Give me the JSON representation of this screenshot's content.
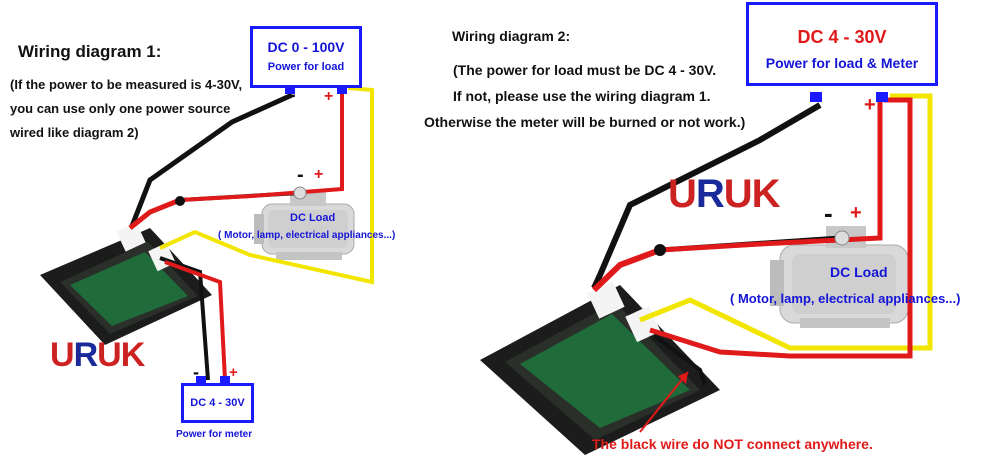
{
  "left": {
    "title": "Wiring diagram 1:",
    "note_lines": [
      "(If the power to be measured is 4-30V,",
      "you can use only one power source",
      "wired like diagram 2)"
    ],
    "load_power_box": {
      "line1": "DC 0 - 100V",
      "line2": "Power for load"
    },
    "meter_power_box": {
      "line1": "DC 4 - 30V",
      "caption": "Power for meter"
    },
    "dc_load": {
      "title": "DC Load",
      "subtitle": "( Motor, lamp, electrical appliances...)"
    },
    "signs": {
      "minus": "-",
      "plus": "+"
    }
  },
  "right": {
    "title": "Wiring diagram 2:",
    "note_lines": [
      "(The power for load must be DC 4 - 30V.",
      "If not, please use the wiring diagram 1.",
      "Otherwise the meter will be burned or not work.)"
    ],
    "power_box": {
      "line1": "DC 4 - 30V",
      "line2": "Power for load & Meter"
    },
    "dc_load": {
      "title": "DC Load",
      "subtitle": "( Motor, lamp, electrical appliances...)"
    },
    "warning": "The black wire do NOT connect anywhere.",
    "signs": {
      "minus": "-",
      "plus": "+"
    }
  },
  "logo": {
    "text": "URUK"
  },
  "colors": {
    "wire_red": "#e01a1a",
    "wire_black": "#111111",
    "wire_yellow": "#f2e600",
    "box_border": "#1a1aff",
    "label_blue": "#1414d8",
    "warning_red": "#e01a1a"
  }
}
